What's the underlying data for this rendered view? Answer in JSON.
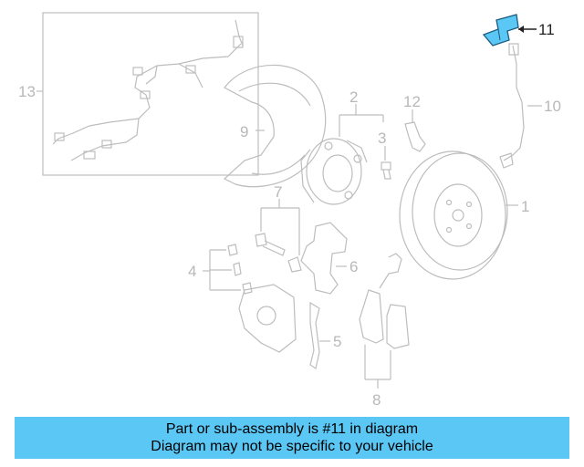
{
  "callouts": {
    "c1": "1",
    "c2": "2",
    "c3": "3",
    "c4": "4",
    "c5": "5",
    "c6": "6",
    "c7": "7",
    "c8": "8",
    "c9": "9",
    "c10": "10",
    "c11": "11",
    "c12": "12",
    "c13": "13"
  },
  "highlight": {
    "part_number": "11",
    "color": "#5bc7f5"
  },
  "banner": {
    "line1": "Part or sub-assembly is #11 in diagram",
    "line2": "Diagram may not be specific to your vehicle",
    "color": "#5bc7f5"
  }
}
